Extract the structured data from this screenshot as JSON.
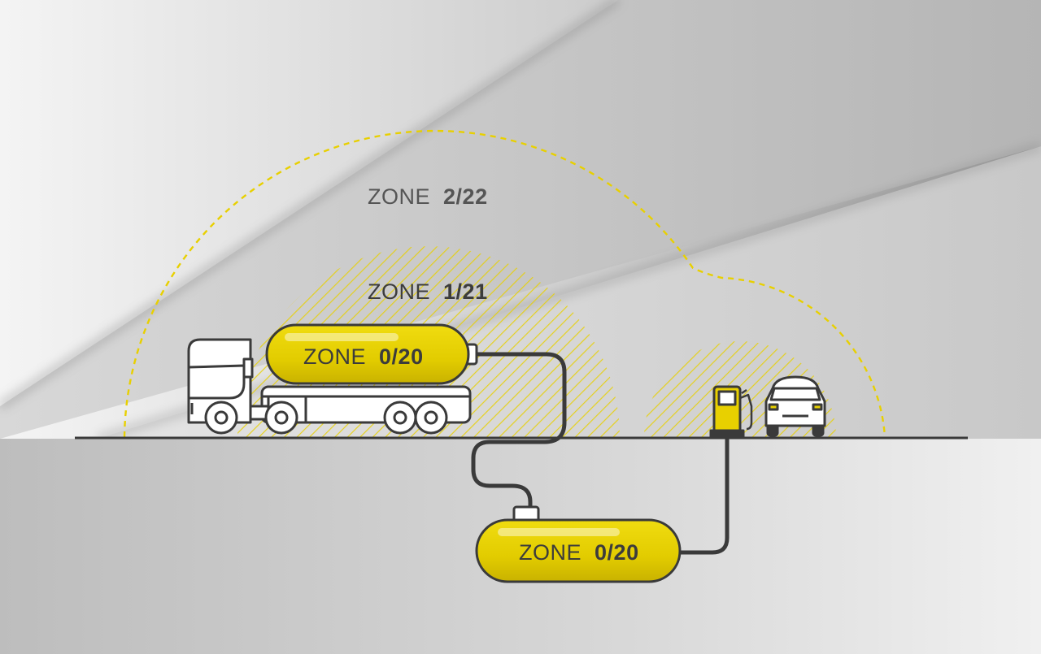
{
  "labels": {
    "zone_outer": {
      "prefix": "ZONE",
      "code": "2/22"
    },
    "zone_middle": {
      "prefix": "ZONE",
      "code": "1/21"
    },
    "zone_truck_tank": {
      "prefix": "ZONE",
      "code": "0/20"
    },
    "zone_underground_tank": {
      "prefix": "ZONE",
      "code": "0/20"
    }
  },
  "colors": {
    "accent_yellow": "#e8d000",
    "outline": "#3a3a3a",
    "label_text_light": "#555555",
    "label_text_dark": "#3c3c3c"
  },
  "icons": [
    "tanker-truck-icon",
    "fuel-pump-icon",
    "car-icon",
    "underground-tank-icon"
  ]
}
